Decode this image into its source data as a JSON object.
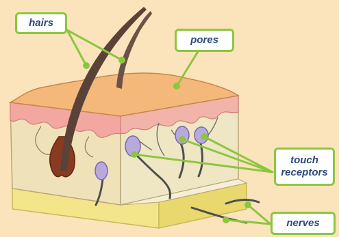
{
  "labels": {
    "hairs": "hairs",
    "pores": "pores",
    "touch_line1": "touch",
    "touch_line2": "receptors",
    "nerves": "nerves"
  },
  "colors": {
    "background": "#fbe3bb",
    "label_border": "#8cc63f",
    "label_text": "#2b4a7a",
    "leader_line": "#8cc63f",
    "epidermis": "#f4b87a",
    "dermis_pink": "#f2a7a0",
    "dermis": "#efe2b8",
    "fat_layer": "#f2e58a",
    "hair": "#5a4238",
    "receptor": "#b7a9dd",
    "nerve": "#4e4e4e"
  }
}
